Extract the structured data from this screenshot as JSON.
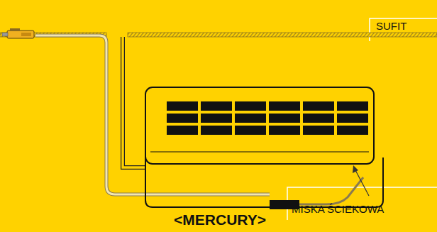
{
  "diagram": {
    "labels": [
      "SUFIT",
      "MISKA ŚCIEKOWA",
      "<MERCURY>"
    ]
  }
}
